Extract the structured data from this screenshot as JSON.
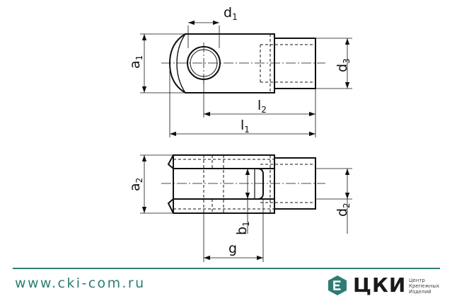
{
  "labels": {
    "d1_base": "d",
    "d1_sub": "1",
    "a1_base": "a",
    "a1_sub": "1",
    "d3_base": "d",
    "d3_sub": "3",
    "l2_base": "l",
    "l2_sub": "2",
    "l1_base": "l",
    "l1_sub": "1",
    "a2_base": "a",
    "a2_sub": "2",
    "d2_base": "d",
    "d2_sub": "2",
    "b1_base": "b",
    "b1_sub": "1",
    "g": "g"
  },
  "footer": {
    "url": "www.cki-com.ru",
    "brand_name": "ЦКИ",
    "brand_tag_1": "Центр",
    "brand_tag_2": "Крепежных",
    "brand_tag_3": "Изделий"
  },
  "colors": {
    "accent": "#2e7d74",
    "line": "#111111"
  }
}
